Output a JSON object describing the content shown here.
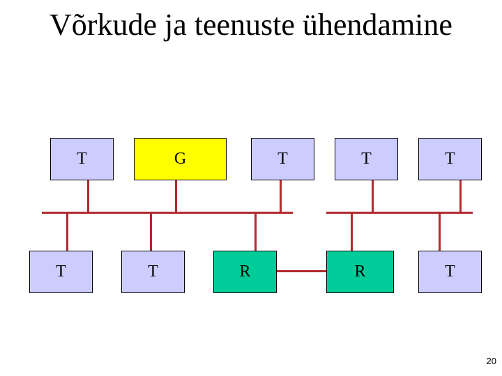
{
  "slide": {
    "title": "Võrkude ja teenuste ühendamine",
    "page_number": "20"
  },
  "colors": {
    "terminal": "#ccccff",
    "gateway": "#ffff00",
    "router": "#00cc99",
    "link": "#b22a2e"
  },
  "diagram": {
    "top_row": [
      {
        "label": "T",
        "type": "terminal"
      },
      {
        "label": "G",
        "type": "gateway"
      },
      {
        "label": "T",
        "type": "terminal"
      },
      {
        "label": "T",
        "type": "terminal"
      },
      {
        "label": "T",
        "type": "terminal"
      }
    ],
    "bottom_row": [
      {
        "label": "T",
        "type": "terminal"
      },
      {
        "label": "T",
        "type": "terminal"
      },
      {
        "label": "R",
        "type": "router"
      },
      {
        "label": "R",
        "type": "router"
      },
      {
        "label": "T",
        "type": "terminal"
      }
    ],
    "buses": [
      {
        "name": "network-1",
        "members": [
          "top.0",
          "top.1",
          "top.2",
          "bottom.0",
          "bottom.1",
          "bottom.2"
        ]
      },
      {
        "name": "network-2",
        "members": [
          "top.3",
          "top.4",
          "bottom.3",
          "bottom.4"
        ]
      }
    ],
    "links": [
      {
        "from": "bottom.2",
        "to": "bottom.3"
      }
    ]
  }
}
